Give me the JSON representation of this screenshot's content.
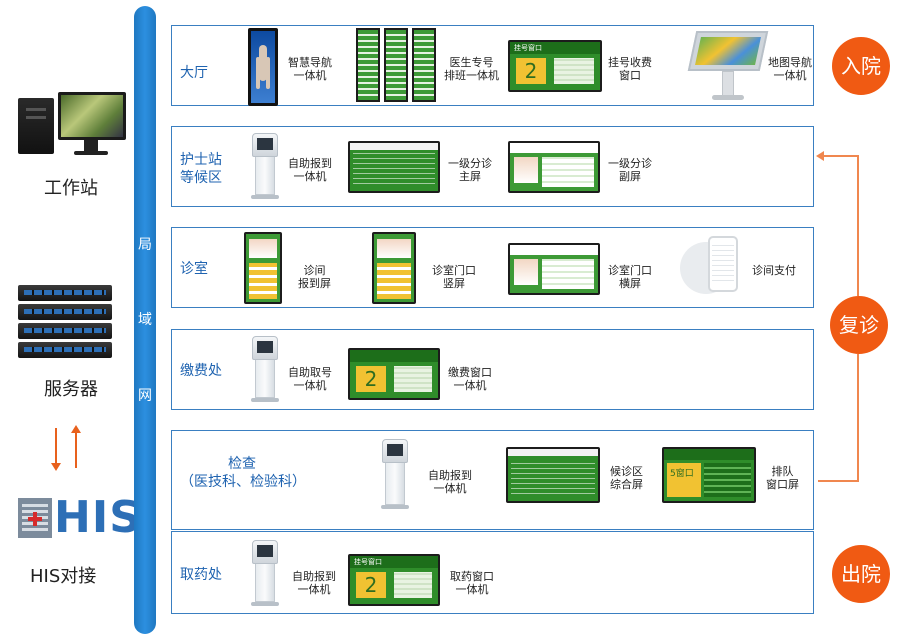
{
  "left": {
    "workstation_label": "工作站",
    "server_label": "服务器",
    "his_logo_text": "HIS",
    "his_label": "HIS对接"
  },
  "lan": {
    "chars": [
      "局",
      "域",
      "网"
    ]
  },
  "rows": [
    {
      "title": [
        "大厅"
      ],
      "items": [
        [
          "智慧导航",
          "一体机"
        ],
        [
          "医生专号",
          "排班一体机"
        ],
        [
          "挂号收费",
          "窗口"
        ],
        [
          "地图导航",
          "一体机"
        ]
      ]
    },
    {
      "title": [
        "护士站",
        "等候区"
      ],
      "items": [
        [
          "自助报到",
          "一体机"
        ],
        [
          "一级分诊",
          "主屏"
        ],
        [
          "一级分诊",
          "副屏"
        ]
      ]
    },
    {
      "title": [
        "诊室"
      ],
      "items": [
        [
          "诊间",
          "报到屏"
        ],
        [
          "诊室门口",
          "竖屏"
        ],
        [
          "诊室门口",
          "横屏"
        ],
        [
          "诊间支付"
        ]
      ]
    },
    {
      "title": [
        "缴费处"
      ],
      "items": [
        [
          "自助取号",
          "一体机"
        ],
        [
          "缴费窗口",
          "一体机"
        ]
      ]
    },
    {
      "title": [
        "检查",
        "（医技科、检验科）"
      ],
      "items": [
        [
          "自助报到",
          "一体机"
        ],
        [
          "候诊区",
          "综合屏"
        ],
        [
          "排队",
          "窗口屏"
        ]
      ]
    },
    {
      "title": [
        "取药处"
      ],
      "items": [
        [
          "自助报到",
          "一体机"
        ],
        [
          "取药窗口",
          "一体机"
        ]
      ]
    }
  ],
  "screens": {
    "window_header": "挂号窗口",
    "window_number": "2",
    "queue_header": "5窗口"
  },
  "badges": [
    "入院",
    "复诊",
    "出院"
  ],
  "colors": {
    "lan_blue": "#2c8fe0",
    "badge_orange": "#f05a13",
    "row_border": "#3a7fc1",
    "screen_green": "#2f8d2a"
  }
}
